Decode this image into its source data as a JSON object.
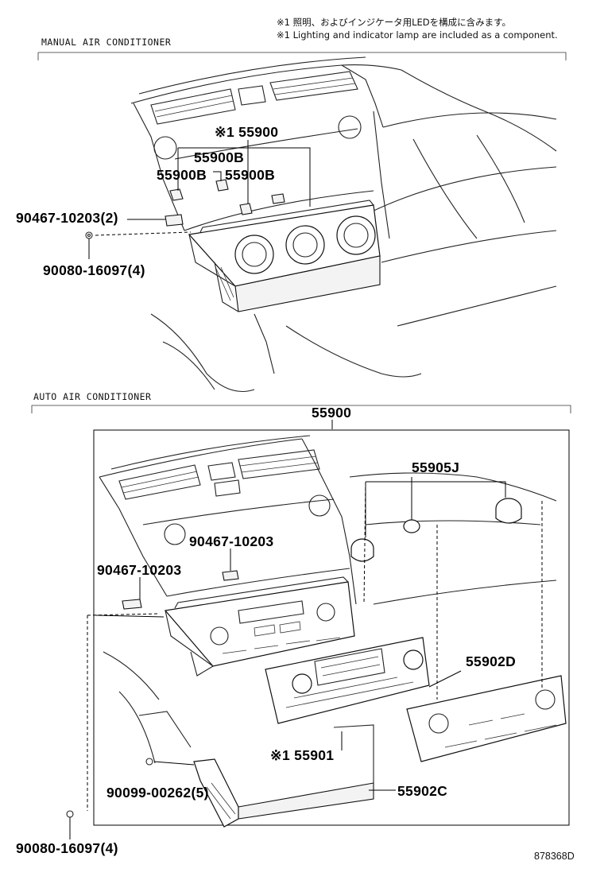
{
  "notes": {
    "line_jp": "※1 照明、およびインジケータ用LEDを構成に含みます。",
    "line_en": "※1 Lighting and indicator lamp are included as a component."
  },
  "sections": {
    "manual": "MANUAL AIR CONDITIONER",
    "auto": "AUTO AIR CONDITIONER"
  },
  "manual_parts": {
    "main": "※1 55900",
    "b_top": "55900B",
    "b_left": "55900B",
    "b_right": "55900B",
    "clip": "90467-10203(2)",
    "screw": "90080-16097(4)"
  },
  "auto_parts": {
    "main": "55900",
    "knobs": "55905J",
    "clip_upper": "90467-10203",
    "clip_lower": "90467-10203",
    "panel": "55902D",
    "control": "※1 55901",
    "bezel": "55902C",
    "screw_small": "90099-00262(5)",
    "screw_main": "90080-16097(4)"
  },
  "figure_code": "878368D"
}
